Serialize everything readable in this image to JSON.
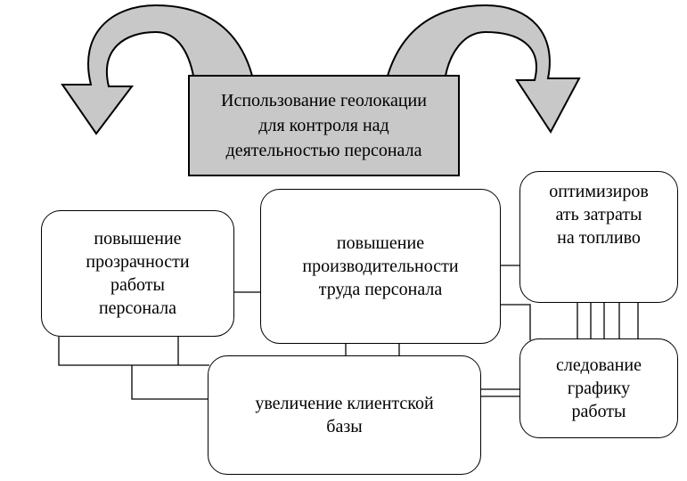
{
  "colors": {
    "stroke": "#000000",
    "box_fill": "#ffffff",
    "title_fill": "#c8c8c8",
    "arrow_fill": "#c8c8c8"
  },
  "diagram": {
    "title": "Использование геолокации\nдля контроля над\nдеятельностью персонала",
    "nodes": {
      "transparency": "повышение\nпрозрачности\nработы\nперсонала",
      "productivity": "повышение\nпроизводительности\nтруда персонала",
      "fuel": "оптимизиров\nать затраты\nна топливо",
      "schedule": "следование\nграфику\nработы",
      "clients": "увеличение клиентской\nбазы"
    }
  }
}
